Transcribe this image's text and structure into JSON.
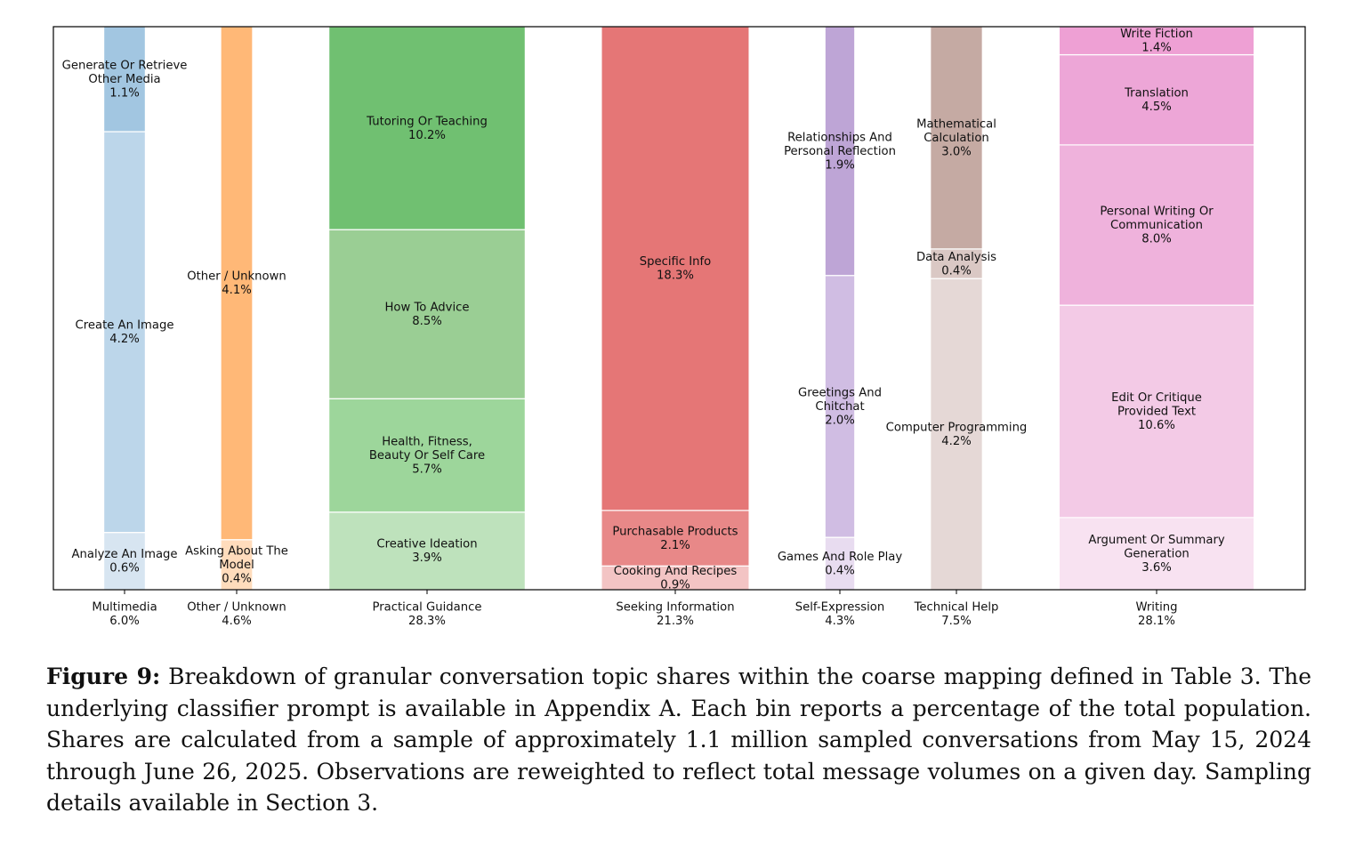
{
  "chart_data": {
    "type": "bar",
    "stacked": true,
    "ylim": [
      0,
      100
    ],
    "groups": [
      {
        "name": "Multimedia",
        "share": "6.0%",
        "width_pct": 6.0,
        "segments": [
          {
            "lines": [
              "Analyze An Image"
            ],
            "value": 0.6,
            "value_label": "0.6%",
            "color": "#d7e5f1"
          },
          {
            "lines": [
              "Create An Image"
            ],
            "value": 4.2,
            "value_label": "4.2%",
            "color": "#bcd6ea"
          },
          {
            "lines": [
              "Generate Or Retrieve",
              "Other Media"
            ],
            "value": 1.1,
            "value_label": "1.1%",
            "color": "#a2c6e1"
          }
        ]
      },
      {
        "name": "Other / Unknown",
        "share": "4.6%",
        "width_pct": 4.6,
        "segments": [
          {
            "lines": [
              "Asking About The",
              "Model"
            ],
            "value": 0.4,
            "value_label": "0.4%",
            "color": "#ffdcbc"
          },
          {
            "lines": [
              "Other / Unknown"
            ],
            "value": 4.1,
            "value_label": "4.1%",
            "color": "#ffb877"
          }
        ]
      },
      {
        "name": "Practical Guidance",
        "share": "28.3%",
        "width_pct": 28.3,
        "segments": [
          {
            "lines": [
              "Creative Ideation"
            ],
            "value": 3.9,
            "value_label": "3.9%",
            "color": "#bee2bc"
          },
          {
            "lines": [
              "Health, Fitness,",
              "Beauty Or Self Care"
            ],
            "value": 5.7,
            "value_label": "5.7%",
            "color": "#9dd69b"
          },
          {
            "lines": [
              "How To Advice"
            ],
            "value": 8.5,
            "value_label": "8.5%",
            "color": "#9ace94"
          },
          {
            "lines": [
              "Tutoring Or Teaching"
            ],
            "value": 10.2,
            "value_label": "10.2%",
            "color": "#70c071"
          }
        ]
      },
      {
        "name": "Seeking Information",
        "share": "21.3%",
        "width_pct": 21.3,
        "segments": [
          {
            "lines": [
              "Cooking And Recipes"
            ],
            "value": 0.9,
            "value_label": "0.9%",
            "color": "#f3c4c4"
          },
          {
            "lines": [
              "Purchasable Products"
            ],
            "value": 2.1,
            "value_label": "2.1%",
            "color": "#e88888"
          },
          {
            "lines": [
              "Specific Info"
            ],
            "value": 18.3,
            "value_label": "18.3%",
            "color": "#e57676"
          }
        ]
      },
      {
        "name": "Self-Expression",
        "share": "4.3%",
        "width_pct": 4.3,
        "segments": [
          {
            "lines": [
              "Games And Role Play"
            ],
            "value": 0.4,
            "value_label": "0.4%",
            "color": "#e8dcf0"
          },
          {
            "lines": [
              "Greetings And",
              "Chitchat"
            ],
            "value": 2.0,
            "value_label": "2.0%",
            "color": "#d0bde3"
          },
          {
            "lines": [
              "Relationships And",
              "Personal Reflection"
            ],
            "value": 1.9,
            "value_label": "1.9%",
            "color": "#bea5d6"
          }
        ]
      },
      {
        "name": "Technical Help",
        "share": "7.5%",
        "width_pct": 7.5,
        "segments": [
          {
            "lines": [
              "Computer Programming"
            ],
            "value": 4.2,
            "value_label": "4.2%",
            "color": "#e5d8d6"
          },
          {
            "lines": [
              "Data Analysis"
            ],
            "value": 0.4,
            "value_label": "0.4%",
            "color": "#dac8c4"
          },
          {
            "lines": [
              "Mathematical",
              "Calculation"
            ],
            "value": 3.0,
            "value_label": "3.0%",
            "color": "#c5aaa3"
          }
        ]
      },
      {
        "name": "Writing",
        "share": "28.1%",
        "width_pct": 28.1,
        "segments": [
          {
            "lines": [
              "Argument Or Summary",
              "Generation"
            ],
            "value": 3.6,
            "value_label": "3.6%",
            "color": "#f8e2f1"
          },
          {
            "lines": [
              "Edit Or Critique",
              "Provided Text"
            ],
            "value": 10.6,
            "value_label": "10.6%",
            "color": "#f3cae6"
          },
          {
            "lines": [
              "Personal Writing Or",
              "Communication"
            ],
            "value": 8.0,
            "value_label": "8.0%",
            "color": "#efb2dc"
          },
          {
            "lines": [
              "Translation"
            ],
            "value": 4.5,
            "value_label": "4.5%",
            "color": "#eda6d7"
          },
          {
            "lines": [
              "Write Fiction"
            ],
            "value": 1.4,
            "value_label": "1.4%",
            "color": "#eea0d4"
          }
        ]
      }
    ]
  },
  "caption": {
    "label": "Figure 9:",
    "text": "Breakdown of granular conversation topic shares within the coarse mapping defined in Table 3. The underlying classifier prompt is available in Appendix A. Each bin reports a percentage of the total population. Shares are calculated from a sample of approximately 1.1 million sampled conversations from May 15, 2024 through June 26, 2025. Observations are reweighted to reflect total message volumes on a given day. Sampling details available in Section 3."
  }
}
